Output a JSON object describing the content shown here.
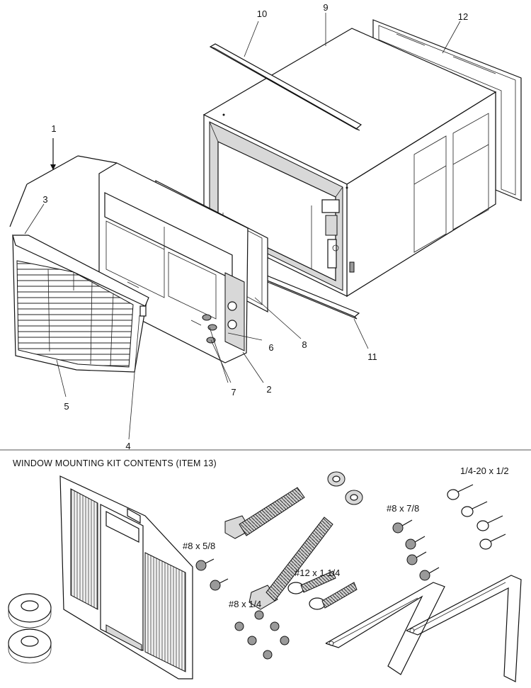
{
  "callouts": [
    "1",
    "2",
    "3",
    "4",
    "5",
    "6",
    "7",
    "8",
    "9",
    "10",
    "11",
    "12"
  ],
  "kit": {
    "title": "WINDOW MOUNTING KIT CONTENTS (ITEM 13)",
    "hardware": {
      "screw_1420": "1/4-20 x 1/2",
      "screw_8_78": "#8 x 7/8",
      "screw_8_58": "#8 x 5/8",
      "screw_12_114": "#12 x 1 1/4",
      "screw_8_14": "#8 x 1/4"
    }
  }
}
